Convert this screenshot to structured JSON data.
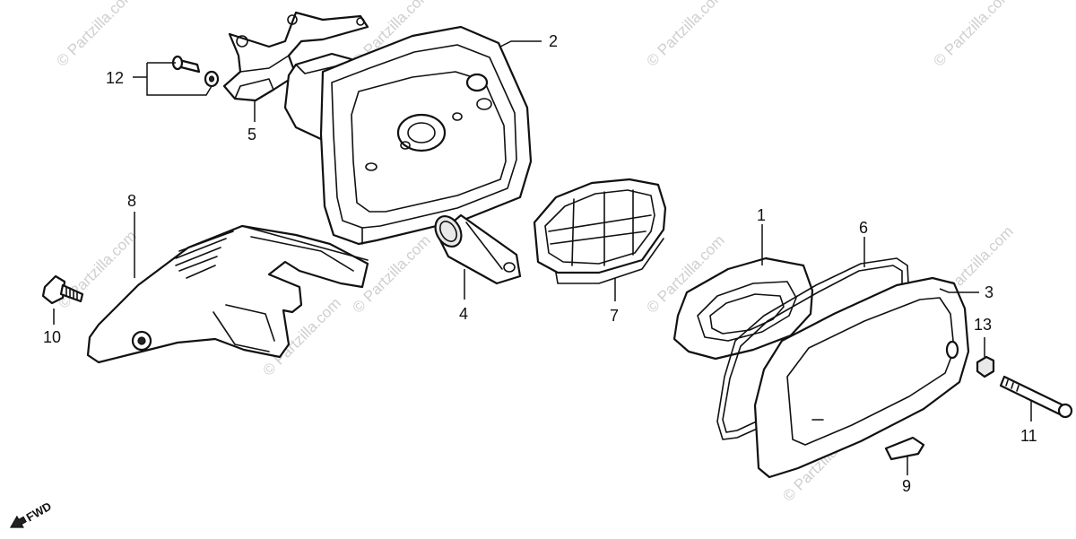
{
  "watermarks": [
    {
      "text": "© Partzilla.com"
    },
    {
      "text": "© Partzilla.com"
    },
    {
      "text": "© Partzilla.com"
    },
    {
      "text": "© Partzilla.com"
    },
    {
      "text": "© Partzilla.com"
    },
    {
      "text": "© Partzilla.com"
    },
    {
      "text": "© Partzilla.com"
    },
    {
      "text": "© Partzilla.com"
    },
    {
      "text": "© Partzilla.com"
    },
    {
      "text": "© Partzilla.com"
    }
  ],
  "callouts": {
    "c1": "1",
    "c2": "2",
    "c3": "3",
    "c4": "4",
    "c5": "5",
    "c6": "6",
    "c7": "7",
    "c8": "8",
    "c9": "9",
    "c10": "10",
    "c11": "11",
    "c12": "12",
    "c13": "13"
  },
  "direction": {
    "label": "FWD"
  },
  "colors": {
    "line": "#111111",
    "watermark": "#cfcfcf",
    "background": "#ffffff"
  }
}
